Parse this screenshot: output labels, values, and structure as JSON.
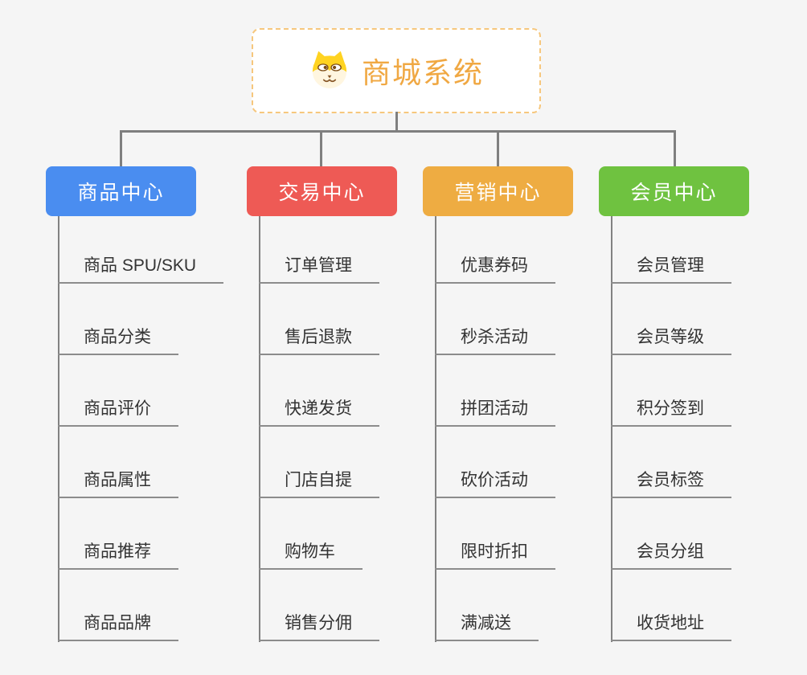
{
  "root": {
    "title": "商城系统",
    "icon": "dog-face-icon"
  },
  "colors": {
    "background": "#f5f5f5",
    "root_text": "#f0a843",
    "root_border": "#f6c77d",
    "connector": "#7f7f7f",
    "item_text": "#333333",
    "item_underline": "#8c8c8c",
    "branch_product": "#4a8df0",
    "branch_trade": "#ee5a55",
    "branch_marketing": "#eeac42",
    "branch_member": "#6fc240"
  },
  "branches": [
    {
      "label": "商品中心",
      "color": "#4a8df0",
      "items": [
        "商品 SPU/SKU",
        "商品分类",
        "商品评价",
        "商品属性",
        "商品推荐",
        "商品品牌"
      ]
    },
    {
      "label": "交易中心",
      "color": "#ee5a55",
      "items": [
        "订单管理",
        "售后退款",
        "快递发货",
        "门店自提",
        "购物车",
        "销售分佣"
      ]
    },
    {
      "label": "营销中心",
      "color": "#eeac42",
      "items": [
        "优惠券码",
        "秒杀活动",
        "拼团活动",
        "砍价活动",
        "限时折扣",
        "满减送"
      ]
    },
    {
      "label": "会员中心",
      "color": "#6fc240",
      "items": [
        "会员管理",
        "会员等级",
        "积分签到",
        "会员标签",
        "会员分组",
        "收货地址"
      ]
    }
  ]
}
